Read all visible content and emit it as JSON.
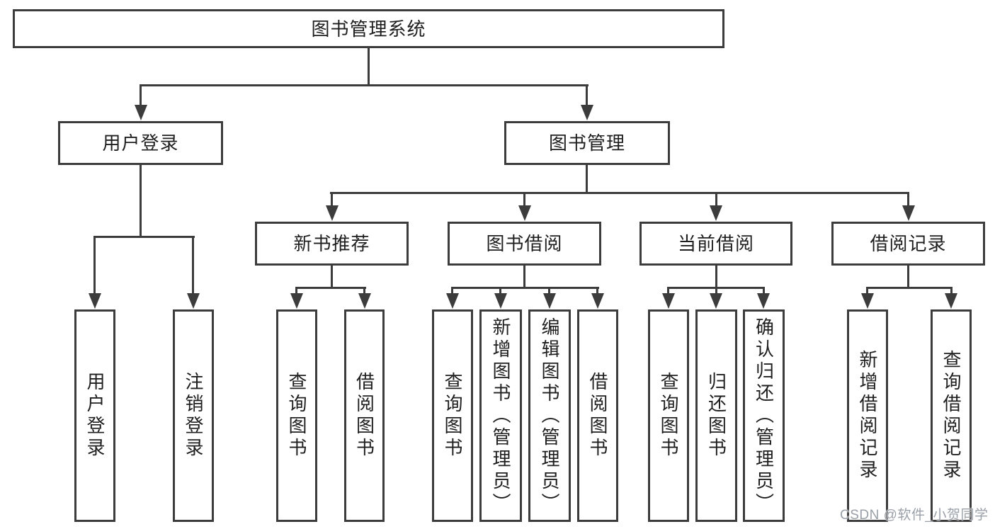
{
  "diagram": {
    "type": "tree",
    "title": "图书管理系统",
    "nodes": {
      "root": "图书管理系统",
      "login_branch": "用户登录",
      "book_mgmt_branch": "图书管理",
      "new_book_rec": "新书推荐",
      "book_borrow": "图书借阅",
      "current_borrow": "当前借阅",
      "borrow_records": "借阅记录",
      "user_login": "用户登录",
      "logout": "注销登录",
      "rec_query_book": "查询图书",
      "rec_borrow_book": "借阅图书",
      "bb_query_book": "查询图书",
      "bb_add_book": "新增图书（管理员）",
      "bb_edit_book": "编辑图书（管理员）",
      "bb_borrow_book": "借阅图书",
      "cb_query_book": "查询图书",
      "cb_return_book": "归还图书",
      "cb_confirm_return": "确认归还（管理员）",
      "br_add_record": "新增借阅记录",
      "br_query_record": "查询借阅记录"
    },
    "structure": {
      "图书管理系统": {
        "用户登录": [
          "用户登录",
          "注销登录"
        ],
        "图书管理": {
          "新书推荐": [
            "查询图书",
            "借阅图书"
          ],
          "图书借阅": [
            "查询图书",
            "新增图书（管理员）",
            "编辑图书（管理员）",
            "借阅图书"
          ],
          "当前借阅": [
            "查询图书",
            "归还图书",
            "确认归还（管理员）"
          ],
          "借阅记录": [
            "新增借阅记录",
            "查询借阅记录"
          ]
        }
      }
    },
    "watermark": "CSDN @软件_小贺同学",
    "colors": {
      "line": "#3c3c3c",
      "text": "#1f1f1f",
      "background": "#ffffff",
      "watermark": "#9aa0a8"
    }
  }
}
